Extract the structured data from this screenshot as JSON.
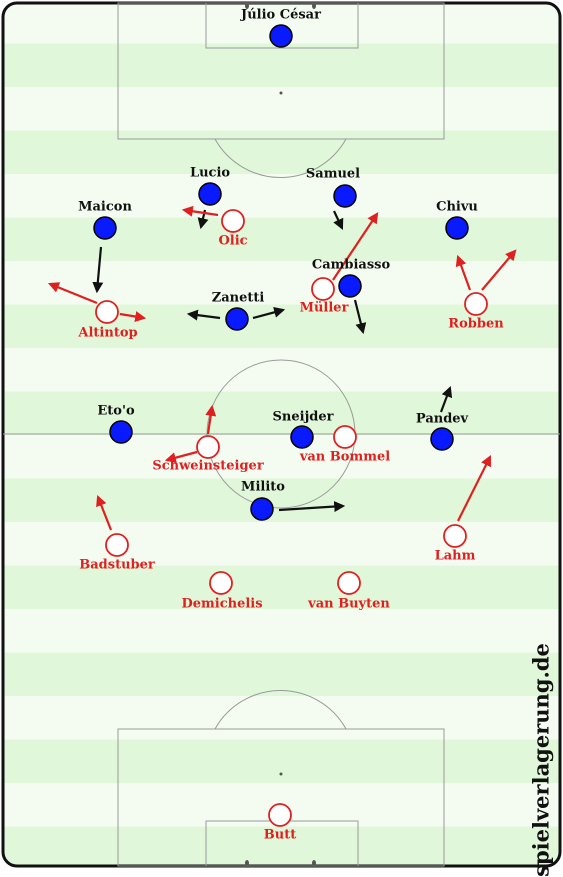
{
  "colors": {
    "grass_light": "#f4fcf1",
    "grass_dark": "#e0f7d9",
    "lines": "#9a9a9a",
    "home_fill": "#0a1aff",
    "away_ring": "#e02020",
    "home_arrow": "#111111",
    "away_arrow": "#e02020"
  },
  "watermark": "spielverlagerung.de",
  "home_team": [
    {
      "id": "julio-cesar",
      "name": "Júlio César"
    },
    {
      "id": "lucio",
      "name": "Lucio"
    },
    {
      "id": "samuel",
      "name": "Samuel"
    },
    {
      "id": "maicon",
      "name": "Maicon"
    },
    {
      "id": "chivu",
      "name": "Chivu"
    },
    {
      "id": "cambiasso",
      "name": "Cambiasso"
    },
    {
      "id": "zanetti",
      "name": "Zanetti"
    },
    {
      "id": "etoo",
      "name": "Eto'o"
    },
    {
      "id": "sneijder",
      "name": "Sneijder"
    },
    {
      "id": "pandev",
      "name": "Pandev"
    },
    {
      "id": "milito",
      "name": "Milito"
    }
  ],
  "away_team": [
    {
      "id": "olic",
      "name": "Olic"
    },
    {
      "id": "altintop",
      "name": "Altintop"
    },
    {
      "id": "muller",
      "name": "Müller"
    },
    {
      "id": "robben",
      "name": "Robben"
    },
    {
      "id": "schweinsteiger",
      "name": "Schweinsteiger"
    },
    {
      "id": "van-bommel",
      "name": "van Bommel"
    },
    {
      "id": "badstuber",
      "name": "Badstuber"
    },
    {
      "id": "lahm",
      "name": "Lahm"
    },
    {
      "id": "demichelis",
      "name": "Demichelis"
    },
    {
      "id": "van-buyten",
      "name": "van Buyten"
    },
    {
      "id": "butt",
      "name": "Butt"
    }
  ]
}
